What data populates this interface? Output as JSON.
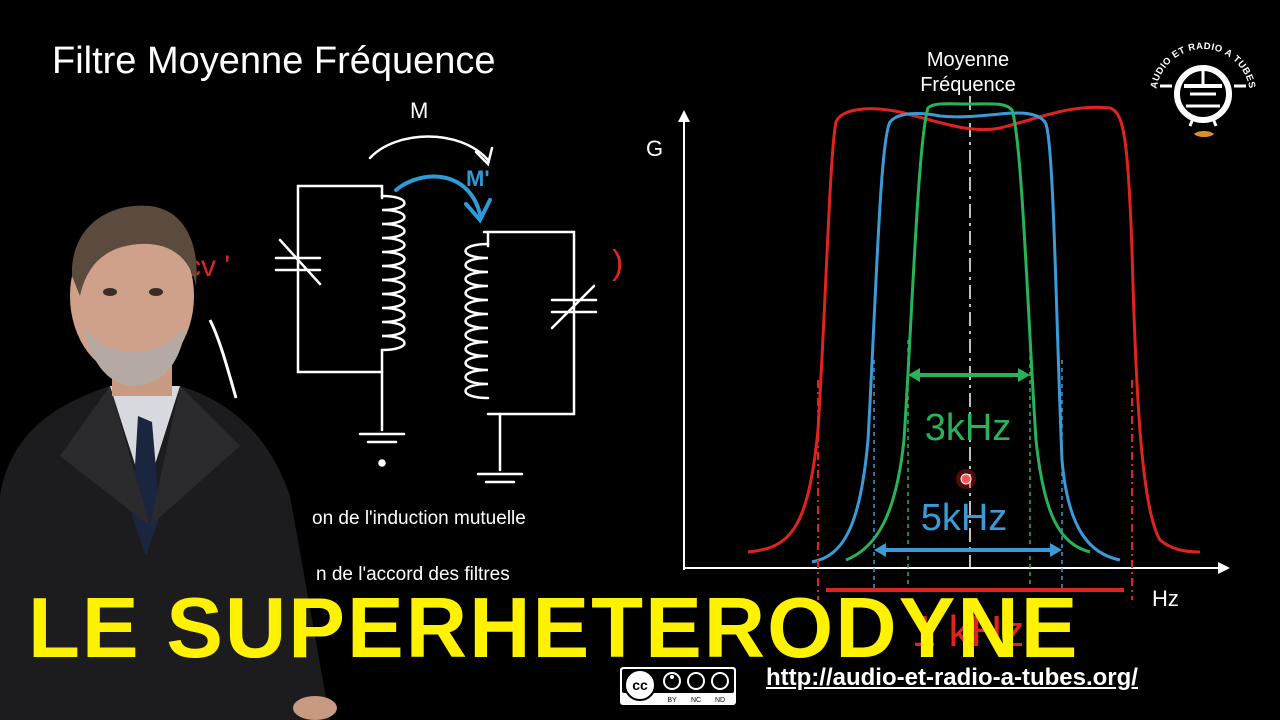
{
  "slide": {
    "title": "Filtre Moyenne Fréquence",
    "caption_1": "on de l'induction mutuelle",
    "caption_2": "n de l'accord des filtres"
  },
  "circuit": {
    "label_m": "M",
    "label_m_prime": "M'",
    "partial_left": "cv '",
    "partial_right": ")"
  },
  "chart": {
    "peak_label_line1": "Moyenne",
    "peak_label_line2": "Fréquence",
    "y_axis_label": "G",
    "x_axis_label": "Hz",
    "bandwidth_green": "3kHz",
    "bandwidth_blue": "5kHz",
    "bandwidth_red_partial": "1 kHz"
  },
  "colors": {
    "red": "#e0231f",
    "blue": "#3a9bd8",
    "green": "#27b35a",
    "title_yellow": "#fff200"
  },
  "banner": {
    "title": "LE SUPERHETERODYNE",
    "url": "http://audio-et-radio-a-tubes.org/"
  },
  "license": {
    "badge_cc": "cc",
    "by": "BY",
    "nc": "NC",
    "nd": "ND"
  },
  "logo": {
    "text": "AUDIO ET RADIO A TUBES"
  }
}
